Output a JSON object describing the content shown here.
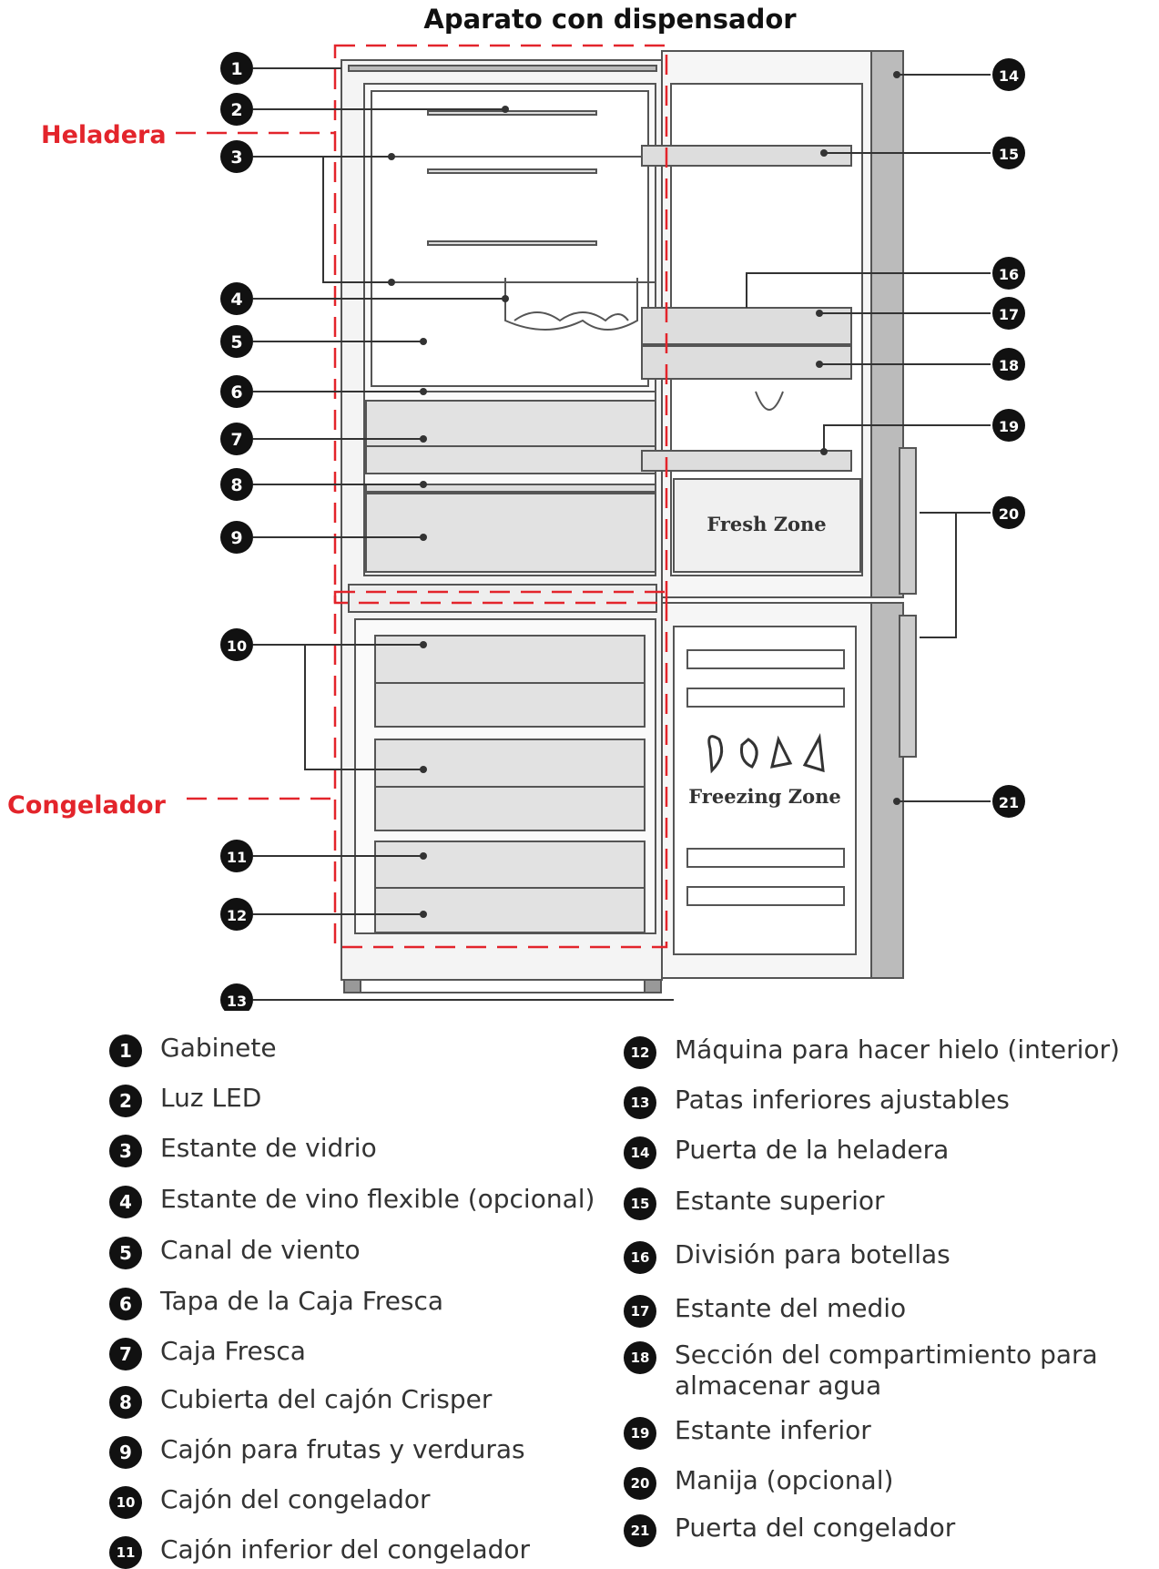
{
  "title": "Aparato con dispensador",
  "zones": {
    "fridge": "Heladera",
    "freezer": "Congelador",
    "fresh_zone": "Fresh Zone",
    "freezing_zone": "Freezing Zone"
  },
  "callouts": [
    "1",
    "2",
    "3",
    "4",
    "5",
    "6",
    "7",
    "8",
    "9",
    "10",
    "11",
    "12",
    "13",
    "14",
    "15",
    "16",
    "17",
    "18",
    "19",
    "20",
    "21"
  ],
  "legend": [
    {
      "num": "1",
      "text": "Gabinete"
    },
    {
      "num": "2",
      "text": "Luz LED"
    },
    {
      "num": "3",
      "text": "Estante de vidrio"
    },
    {
      "num": "4",
      "text": "Estante de vino flexible (opcional)"
    },
    {
      "num": "5",
      "text": "Canal de viento"
    },
    {
      "num": "6",
      "text": "Tapa de la Caja Fresca"
    },
    {
      "num": "7",
      "text": "Caja Fresca"
    },
    {
      "num": "8",
      "text": "Cubierta del cajón Crisper"
    },
    {
      "num": "9",
      "text": "Cajón para frutas y verduras"
    },
    {
      "num": "10",
      "text": "Cajón del congelador"
    },
    {
      "num": "11",
      "text": "Cajón inferior del congelador"
    },
    {
      "num": "12",
      "text": "Máquina para hacer hielo (interior)"
    },
    {
      "num": "13",
      "text": "Patas inferiores ajustables"
    },
    {
      "num": "14",
      "text": "Puerta de la heladera"
    },
    {
      "num": "15",
      "text": "Estante superior"
    },
    {
      "num": "16",
      "text": "División para botellas"
    },
    {
      "num": "17",
      "text": "Estante del medio"
    },
    {
      "num": "18",
      "text": "Sección del compartimiento para almacenar agua"
    },
    {
      "num": "19",
      "text": "Estante inferior"
    },
    {
      "num": "20",
      "text": "Manija (opcional)"
    },
    {
      "num": "21",
      "text": "Puerta del congelador"
    }
  ]
}
